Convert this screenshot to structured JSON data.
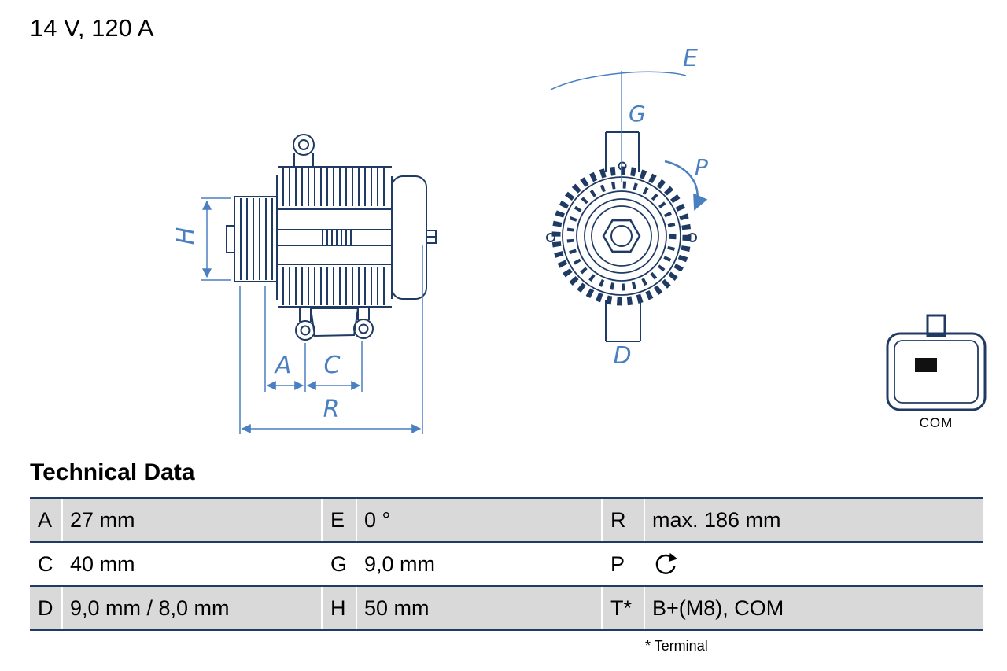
{
  "header": {
    "rating": "14 V, 120 A"
  },
  "diagram": {
    "side_view": {
      "labels": {
        "h": "H",
        "a": "A",
        "c": "C",
        "r": "R"
      }
    },
    "front_view": {
      "labels": {
        "e": "E",
        "g": "G",
        "p": "P",
        "d": "D"
      }
    },
    "connector": {
      "label": "COM"
    },
    "colors": {
      "drawing": "#1f3a63",
      "dimension": "#4a7fc1"
    }
  },
  "table": {
    "heading": "Technical Data",
    "rows": [
      {
        "cells": [
          {
            "key": "A",
            "value": "27 mm"
          },
          {
            "key": "E",
            "value": "0 °"
          },
          {
            "key": "R",
            "value": "max. 186 mm"
          }
        ]
      },
      {
        "cells": [
          {
            "key": "C",
            "value": "40 mm"
          },
          {
            "key": "G",
            "value": "9,0 mm"
          },
          {
            "key": "P",
            "value": ""
          }
        ]
      },
      {
        "cells": [
          {
            "key": "D",
            "value": "9,0 mm / 8,0 mm"
          },
          {
            "key": "H",
            "value": "50 mm"
          },
          {
            "key": "T*",
            "value": "B+(M8), COM"
          }
        ]
      }
    ],
    "p_icon": "rotation-direction-arrow",
    "footnote": "* Terminal"
  }
}
